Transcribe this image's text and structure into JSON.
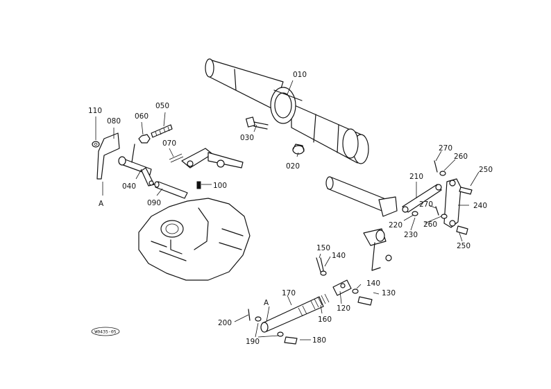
{
  "parts": {
    "p010": "010",
    "p020": "020",
    "p030": "030",
    "p040": "040",
    "p050": "050",
    "p060": "060",
    "p070": "070",
    "p080": "080",
    "p090": "090",
    "p100": "100",
    "p110": "110",
    "p120": "120",
    "p130": "130",
    "p140a": "140",
    "p140b": "140",
    "p150": "150",
    "p160": "160",
    "p170": "170",
    "p180": "180",
    "p190": "190",
    "p200": "200",
    "p210": "210",
    "p220": "220",
    "p230": "230",
    "p240": "240",
    "p250a": "250",
    "p250b": "250",
    "p260a": "260",
    "p260b": "260",
    "p270a": "270",
    "p270b": "270"
  },
  "markers": {
    "a_left": "A",
    "a_bottom": "A"
  },
  "figure_ref": "W0435-05"
}
